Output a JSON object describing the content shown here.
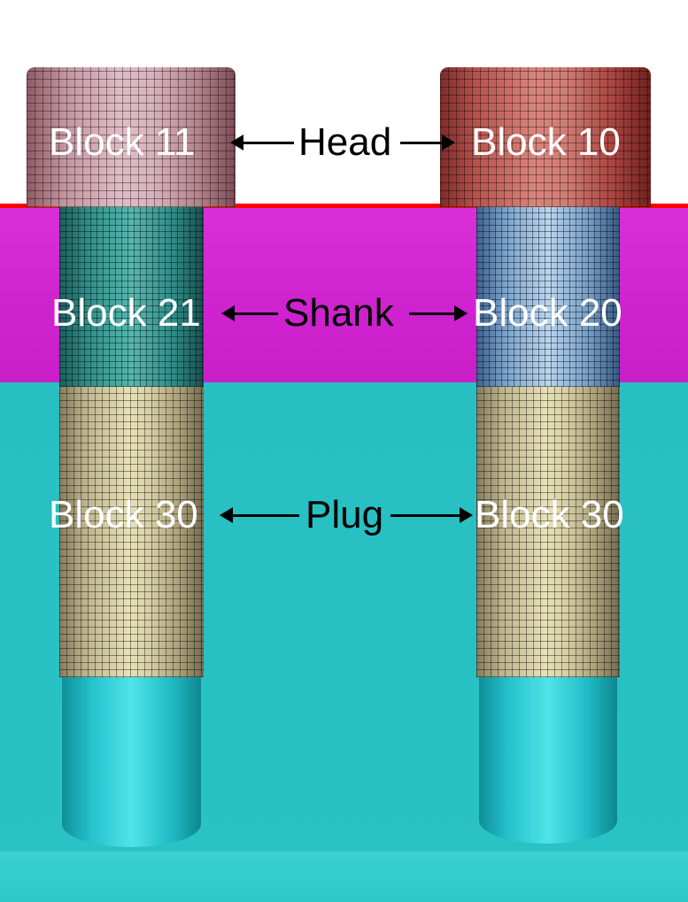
{
  "diagram": {
    "description": "Finite element mesh diagram of two bolts with labeled blocks",
    "rows": [
      {
        "part_label": "Head",
        "left_block": "Block 11",
        "right_block": "Block 10"
      },
      {
        "part_label": "Shank",
        "left_block": "Block 21",
        "right_block": "Block 20"
      },
      {
        "part_label": "Plug",
        "left_block": "Block 30",
        "right_block": "Block 30"
      }
    ],
    "colors": {
      "plate_magenta": "#cf23cf",
      "plate_top_edge_red": "#ff0000",
      "ground_cyan": "#28c0c3",
      "head_left_pink": "#d9b3bc",
      "head_right_red": "#c96a62",
      "shank_left_teal": "#3a9d97",
      "shank_right_blue": "#a6c8e6",
      "plug_tan": "#ded6ac",
      "bolt_tip_cyan": "#2fc9d2",
      "label_white": "#ffffff",
      "label_black": "#000000"
    }
  }
}
